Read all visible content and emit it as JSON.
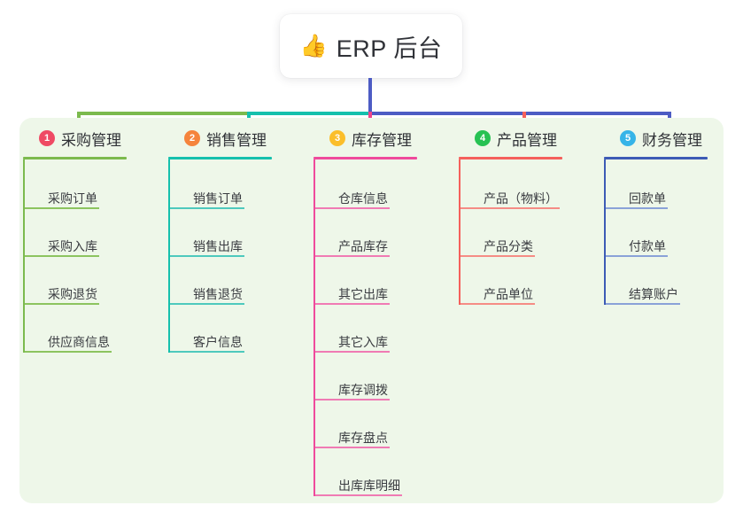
{
  "root": {
    "icon": "thumbs-up-emoji",
    "emoji": "👍",
    "title": "ERP 后台"
  },
  "palette": {
    "panel_bg": "#eef7e9",
    "page_bg": "#ffffff",
    "bus_green": "#7cba4e",
    "bus_teal": "#15c0ad",
    "bus_blue": "#4d5cc4",
    "drop_pink": "#f0458a",
    "drop_red": "#f5605c"
  },
  "columns": [
    {
      "index": "1",
      "badge_color": "#ef4a64",
      "title": "采购管理",
      "rule_color": "#7cba4e",
      "leaf_color": "#8cc45f",
      "rule_width": 117,
      "items": [
        {
          "label": "采购订单",
          "rule_width": 84
        },
        {
          "label": "采购入库",
          "rule_width": 84
        },
        {
          "label": "采购退货",
          "rule_width": 84
        },
        {
          "label": "供应商信息",
          "rule_width": 98
        }
      ]
    },
    {
      "index": "2",
      "badge_color": "#f5843c",
      "title": "销售管理",
      "rule_color": "#15c0ad",
      "leaf_color": "#4ec9bd",
      "rule_width": 117,
      "items": [
        {
          "label": "销售订单",
          "rule_width": 84
        },
        {
          "label": "销售出库",
          "rule_width": 84
        },
        {
          "label": "销售退货",
          "rule_width": 84
        },
        {
          "label": "客户信息",
          "rule_width": 84
        }
      ]
    },
    {
      "index": "3",
      "badge_color": "#fbbe2a",
      "title": "库存管理",
      "rule_color": "#ef4a9c",
      "leaf_color": "#f07bb4",
      "rule_width": 117,
      "items": [
        {
          "label": "仓库信息",
          "rule_width": 84
        },
        {
          "label": "产品库存",
          "rule_width": 84
        },
        {
          "label": "其它出库",
          "rule_width": 84
        },
        {
          "label": "其它入库",
          "rule_width": 84
        },
        {
          "label": "库存调拨",
          "rule_width": 84
        },
        {
          "label": "库存盘点",
          "rule_width": 84
        },
        {
          "label": "出库库明细",
          "rule_width": 98
        }
      ]
    },
    {
      "index": "4",
      "badge_color": "#27c253",
      "title": "产品管理",
      "rule_color": "#f5605c",
      "leaf_color": "#f58c85",
      "rule_width": 117,
      "items": [
        {
          "label": "产品（物料）",
          "rule_width": 112
        },
        {
          "label": "产品分类",
          "rule_width": 84
        },
        {
          "label": "产品单位",
          "rule_width": 84
        }
      ]
    },
    {
      "index": "5",
      "badge_color": "#36b4e8",
      "title": "财务管理",
      "rule_color": "#3d5bb5",
      "leaf_color": "#8aa2d8",
      "rule_width": 117,
      "items": [
        {
          "label": "回款单",
          "rule_width": 70
        },
        {
          "label": "付款单",
          "rule_width": 70
        },
        {
          "label": "结算账户",
          "rule_width": 84
        }
      ]
    }
  ]
}
